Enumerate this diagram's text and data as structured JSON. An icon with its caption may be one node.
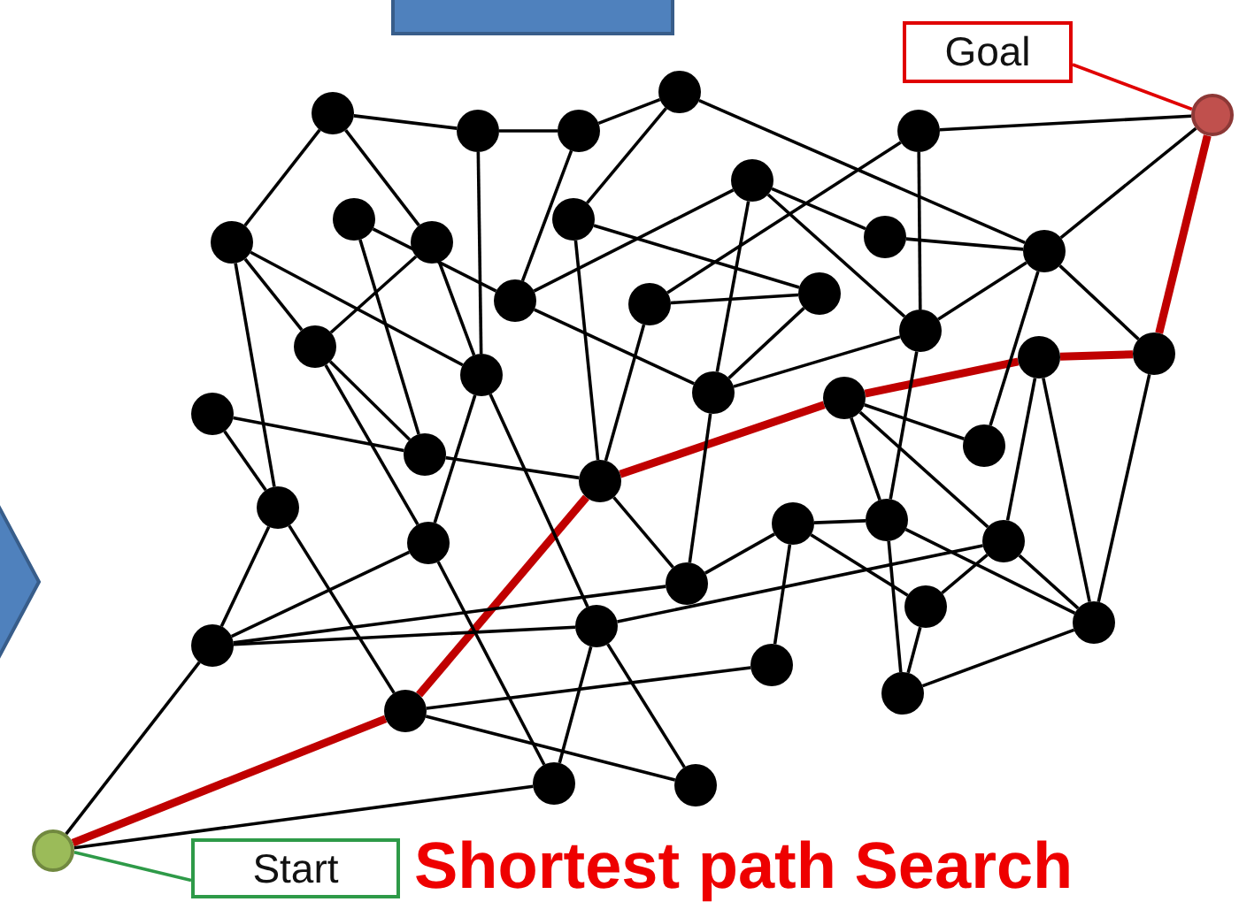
{
  "diagram": {
    "title": "Shortest path Search",
    "nodes": [
      {
        "text": [
          "Goal"
        ]
      },
      {
        "text": [],
        "shape": "circle"
      },
      {
        "text": [],
        "shape": "circle"
      },
      {
        "text": [],
        "shape": "circle"
      },
      {
        "text": [],
        "shape": "circle"
      },
      {
        "text": [],
        "shape": "circle"
      },
      {
        "text": [],
        "shape": "circle"
      },
      {
        "text": [],
        "shape": "circle"
      },
      {
        "text": [],
        "shape": "circle"
      },
      {
        "text": [],
        "shape": "circle"
      },
      {
        "text": [],
        "shape": "circle"
      },
      {
        "text": [],
        "shape": "circle"
      },
      {
        "text": [],
        "shape": "circle"
      },
      {
        "text": [],
        "shape": "circle"
      },
      {
        "text": [],
        "shape": "circle"
      },
      {
        "text": [],
        "shape": "circle"
      },
      {
        "text": [],
        "shape": "circle"
      },
      {
        "text": [],
        "shape": "circle"
      },
      {
        "text": [],
        "shape": "circle"
      },
      {
        "text": [],
        "shape": "circle"
      },
      {
        "text": [],
        "shape": "circle"
      },
      {
        "text": [],
        "shape": "circle"
      },
      {
        "text": [],
        "shape": "circle"
      },
      {
        "text": [],
        "shape": "circle"
      },
      {
        "text": [],
        "shape": "circle"
      },
      {
        "text": [],
        "shape": "circle"
      },
      {
        "text": [],
        "shape": "circle"
      },
      {
        "text": [],
        "shape": "circle"
      },
      {
        "text": [],
        "shape": "circle"
      },
      {
        "text": [],
        "shape": "circle"
      },
      {
        "text": [],
        "shape": "circle"
      },
      {
        "text": [],
        "shape": "circle"
      },
      {
        "text": [],
        "shape": "circle"
      },
      {
        "text": [],
        "shape": "circle"
      },
      {
        "text": [],
        "shape": "circle"
      },
      {
        "text": [],
        "shape": "circle"
      },
      {
        "text": [],
        "shape": "circle"
      },
      {
        "text": [],
        "shape": "circle"
      },
      {
        "text": [],
        "shape": "circle"
      },
      {
        "text": [],
        "shape": "circle"
      },
      {
        "text": [],
        "shape": "circle"
      },
      {
        "text": [],
        "shape": "circle"
      },
      {
        "text": [],
        "shape": "circle"
      },
      {
        "text": [],
        "shape": "circle"
      },
      {
        "text": [
          "Start"
        ]
      },
      {
        "text": [],
        "shape": "box"
      },
      {
        "text": [],
        "shape": "chevron"
      }
    ],
    "edges": [
      {
        "from": 0,
        "to": 1,
        "arrow": "none",
        "color": "#e00000"
      },
      {
        "from": 44,
        "to": 43,
        "arrow": "none",
        "color": "#2e9a48"
      },
      {
        "from": 43,
        "to": 39,
        "arrow": "none",
        "style": "thick",
        "color": "#c00000"
      },
      {
        "from": 39,
        "to": 23,
        "arrow": "none",
        "style": "thick",
        "color": "#c00000"
      },
      {
        "from": 23,
        "to": 24,
        "arrow": "none",
        "style": "thick",
        "color": "#c00000"
      },
      {
        "from": 24,
        "to": 26,
        "arrow": "none",
        "style": "thick",
        "color": "#c00000"
      },
      {
        "from": 26,
        "to": 27,
        "arrow": "none",
        "style": "thick",
        "color": "#c00000"
      },
      {
        "from": 27,
        "to": 1,
        "arrow": "none",
        "style": "thick",
        "color": "#c00000"
      },
      {
        "from": 2,
        "to": 3,
        "arrow": "none"
      },
      {
        "from": 3,
        "to": 4,
        "arrow": "none"
      },
      {
        "from": 4,
        "to": 5,
        "arrow": "none"
      },
      {
        "from": 2,
        "to": 7,
        "arrow": "none"
      },
      {
        "from": 2,
        "to": 9,
        "arrow": "none"
      },
      {
        "from": 3,
        "to": 19,
        "arrow": "none"
      },
      {
        "from": 4,
        "to": 15,
        "arrow": "none"
      },
      {
        "from": 5,
        "to": 10,
        "arrow": "none"
      },
      {
        "from": 5,
        "to": 13,
        "arrow": "none"
      },
      {
        "from": 10,
        "to": 17,
        "arrow": "none"
      },
      {
        "from": 10,
        "to": 23,
        "arrow": "none"
      },
      {
        "from": 7,
        "to": 19,
        "arrow": "none"
      },
      {
        "from": 7,
        "to": 14,
        "arrow": "none"
      },
      {
        "from": 7,
        "to": 28,
        "arrow": "none"
      },
      {
        "from": 8,
        "to": 15,
        "arrow": "none"
      },
      {
        "from": 8,
        "to": 22,
        "arrow": "none"
      },
      {
        "from": 9,
        "to": 14,
        "arrow": "none"
      },
      {
        "from": 9,
        "to": 19,
        "arrow": "none"
      },
      {
        "from": 15,
        "to": 20,
        "arrow": "none"
      },
      {
        "from": 11,
        "to": 15,
        "arrow": "none"
      },
      {
        "from": 16,
        "to": 6,
        "arrow": "none"
      },
      {
        "from": 16,
        "to": 17,
        "arrow": "none"
      },
      {
        "from": 16,
        "to": 23,
        "arrow": "none"
      },
      {
        "from": 11,
        "to": 12,
        "arrow": "none"
      },
      {
        "from": 11,
        "to": 18,
        "arrow": "none"
      },
      {
        "from": 11,
        "to": 20,
        "arrow": "none"
      },
      {
        "from": 6,
        "to": 1,
        "arrow": "none"
      },
      {
        "from": 6,
        "to": 18,
        "arrow": "none"
      },
      {
        "from": 12,
        "to": 13,
        "arrow": "none"
      },
      {
        "from": 13,
        "to": 1,
        "arrow": "none"
      },
      {
        "from": 13,
        "to": 18,
        "arrow": "none"
      },
      {
        "from": 13,
        "to": 27,
        "arrow": "none"
      },
      {
        "from": 13,
        "to": 25,
        "arrow": "none"
      },
      {
        "from": 17,
        "to": 20,
        "arrow": "none"
      },
      {
        "from": 18,
        "to": 20,
        "arrow": "none"
      },
      {
        "from": 18,
        "to": 31,
        "arrow": "none"
      },
      {
        "from": 14,
        "to": 22,
        "arrow": "none"
      },
      {
        "from": 14,
        "to": 29,
        "arrow": "none"
      },
      {
        "from": 21,
        "to": 22,
        "arrow": "none"
      },
      {
        "from": 22,
        "to": 23,
        "arrow": "none"
      },
      {
        "from": 21,
        "to": 28,
        "arrow": "none"
      },
      {
        "from": 19,
        "to": 29,
        "arrow": "none"
      },
      {
        "from": 19,
        "to": 34,
        "arrow": "none"
      },
      {
        "from": 28,
        "to": 37,
        "arrow": "none"
      },
      {
        "from": 28,
        "to": 39,
        "arrow": "none"
      },
      {
        "from": 29,
        "to": 37,
        "arrow": "none"
      },
      {
        "from": 29,
        "to": 41,
        "arrow": "none"
      },
      {
        "from": 23,
        "to": 32,
        "arrow": "none"
      },
      {
        "from": 20,
        "to": 32,
        "arrow": "none"
      },
      {
        "from": 24,
        "to": 25,
        "arrow": "none"
      },
      {
        "from": 24,
        "to": 31,
        "arrow": "none"
      },
      {
        "from": 24,
        "to": 33,
        "arrow": "none"
      },
      {
        "from": 26,
        "to": 33,
        "arrow": "none"
      },
      {
        "from": 26,
        "to": 36,
        "arrow": "none"
      },
      {
        "from": 27,
        "to": 36,
        "arrow": "none"
      },
      {
        "from": 30,
        "to": 31,
        "arrow": "none"
      },
      {
        "from": 30,
        "to": 32,
        "arrow": "none"
      },
      {
        "from": 30,
        "to": 38,
        "arrow": "none"
      },
      {
        "from": 30,
        "to": 35,
        "arrow": "none"
      },
      {
        "from": 31,
        "to": 36,
        "arrow": "none"
      },
      {
        "from": 31,
        "to": 40,
        "arrow": "none"
      },
      {
        "from": 33,
        "to": 35,
        "arrow": "none"
      },
      {
        "from": 33,
        "to": 36,
        "arrow": "none"
      },
      {
        "from": 33,
        "to": 34,
        "arrow": "none"
      },
      {
        "from": 35,
        "to": 40,
        "arrow": "none"
      },
      {
        "from": 40,
        "to": 36,
        "arrow": "none"
      },
      {
        "from": 37,
        "to": 32,
        "arrow": "none"
      },
      {
        "from": 37,
        "to": 34,
        "arrow": "none"
      },
      {
        "from": 39,
        "to": 38,
        "arrow": "none"
      },
      {
        "from": 39,
        "to": 42,
        "arrow": "none"
      },
      {
        "from": 34,
        "to": 41,
        "arrow": "none"
      },
      {
        "from": 34,
        "to": 42,
        "arrow": "none"
      },
      {
        "from": 43,
        "to": 41,
        "arrow": "none"
      },
      {
        "from": 43,
        "to": 37,
        "arrow": "none"
      }
    ]
  }
}
